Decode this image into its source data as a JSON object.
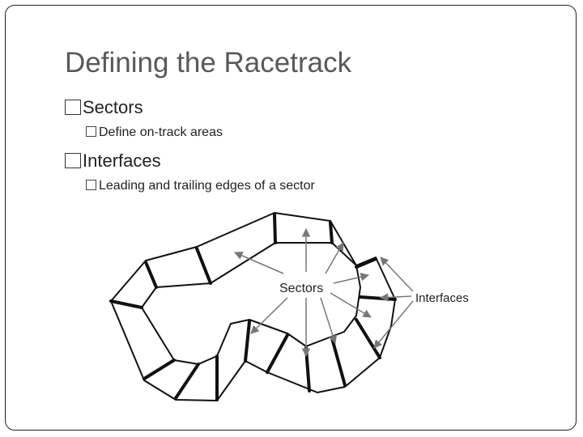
{
  "slide": {
    "title": "Defining the Racetrack",
    "bullet_glyph": "□",
    "bullets": [
      {
        "text": "Sectors",
        "sub": [
          "Define on-track areas"
        ]
      },
      {
        "text": "Interfaces",
        "sub": [
          "Leading and trailing edges of a sector"
        ]
      }
    ]
  },
  "figure": {
    "sectors_label": "Sectors",
    "interfaces_label": "Interfaces"
  },
  "colors": {
    "title": "#595959",
    "text": "#222222",
    "lines": "#111111",
    "arrows": "#777777"
  },
  "icons": {
    "bullet_l1": "open-square-bullet-icon",
    "bullet_l2": "open-square-bullet-icon"
  }
}
